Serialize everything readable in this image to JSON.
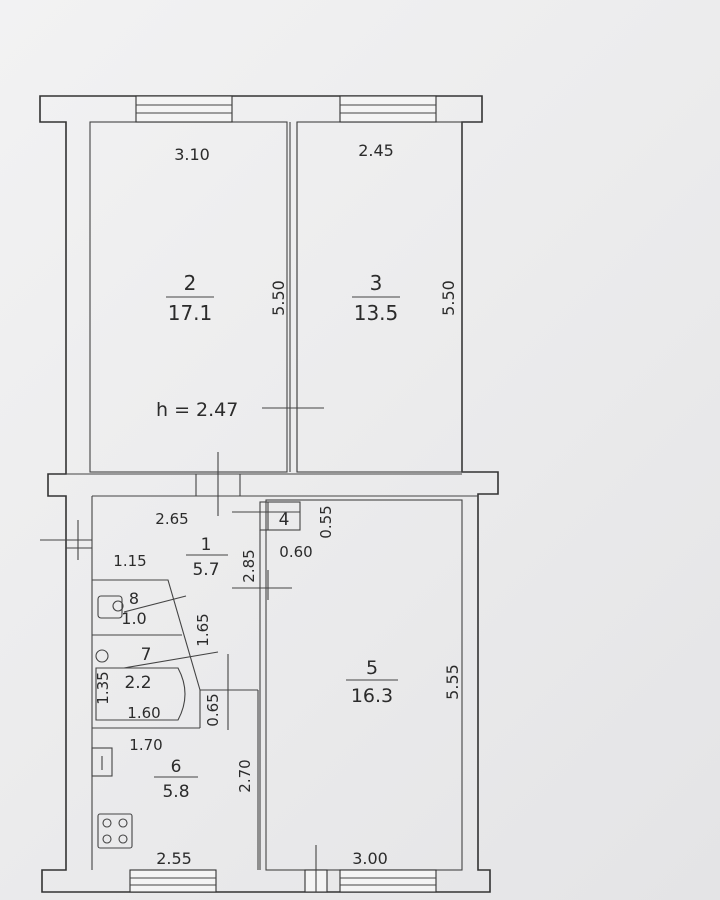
{
  "labels": {
    "room2": {
      "number": "2",
      "area": "17.1",
      "width": "3.10",
      "length": "5.50"
    },
    "room3": {
      "number": "3",
      "area": "13.5",
      "width": "2.45",
      "length": "5.50"
    },
    "room1": {
      "number": "1",
      "area": "5.7",
      "width": "2.65",
      "length": "2.85",
      "side": "1.15"
    },
    "room4": {
      "number": "4",
      "width": "0.60",
      "length": "0.55"
    },
    "room5": {
      "number": "5",
      "area": "16.3",
      "width": "3.00",
      "length": "5.55"
    },
    "room6": {
      "number": "6",
      "area": "5.8",
      "width": "2.55",
      "length": "2.70",
      "side": "1.70"
    },
    "room7": {
      "number": "7",
      "area": "2.2",
      "width": "1.60",
      "length": "1.35",
      "offset": "0.65"
    },
    "room8": {
      "number": "8",
      "area": "1.0",
      "length": "1.65"
    },
    "ceiling_height": "h = 2.47"
  }
}
